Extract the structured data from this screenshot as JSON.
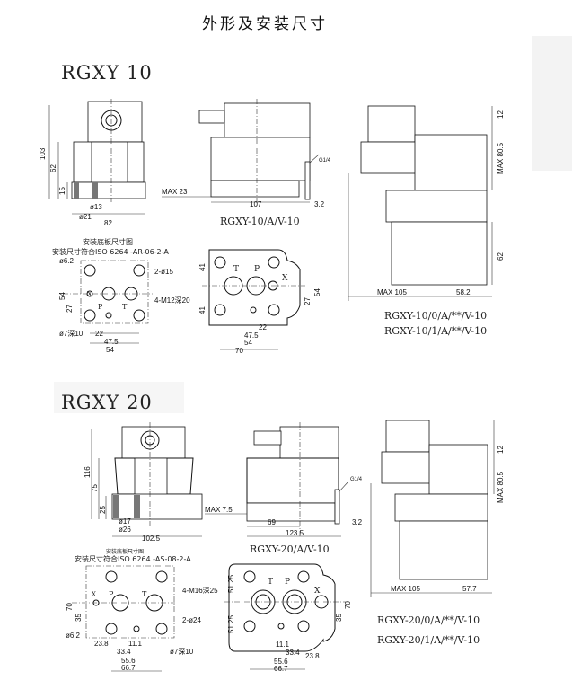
{
  "title": "外形及安装尺寸",
  "rgxy10": {
    "heading": "RGXY 10",
    "front": {
      "d103": "103",
      "d62": "62",
      "d15": "15",
      "d13": "ø13",
      "d21": "ø21",
      "d82": "82"
    },
    "side": {
      "max23": "MAX 23",
      "d107": "107",
      "d32": "3.2",
      "g14": "G1/4",
      "caption": "RGXY-10/A/V-10"
    },
    "right": {
      "d12": "12",
      "max805": "MAX 80.5",
      "d62": "62",
      "max105": "MAX 105",
      "d582": "58.2",
      "caption1": "RGXY-10/0/A/**/V-10",
      "caption2": "RGXY-10/1/A/**/V-10"
    },
    "subplate": {
      "title": "安装底板尺寸图",
      "std": "安装尺寸符合ISO 6264 -AR-06-2-A",
      "d62": "ø6.2",
      "d15": "2-ø15",
      "d54v": "54",
      "d27": "27",
      "m12": "4-M12深20",
      "d7": "ø7深10",
      "d22": "22",
      "d475": "47.5",
      "d54": "54",
      "x": "X",
      "p": "P",
      "t": "T"
    },
    "face": {
      "d41a": "41",
      "d41b": "41",
      "d27": "27",
      "d54v": "54",
      "d22": "22",
      "d475": "47.5",
      "d54": "54",
      "d70": "70",
      "t": "T",
      "p": "P",
      "x": "X"
    }
  },
  "rgxy20": {
    "heading": "RGXY 20",
    "front": {
      "d116": "116",
      "d75": "75",
      "d25": "25",
      "d17": "ø17",
      "d26": "ø26",
      "d1025": "102.5"
    },
    "side": {
      "max75": "MAX 7.5",
      "d69": "69",
      "d1235": "123.5",
      "d32": "3.2",
      "g14": "G1/4",
      "caption": "RGXY-20/A/V-10"
    },
    "right": {
      "d12": "12",
      "max805": "MAX 80.5",
      "max105": "MAX 105",
      "d577": "57.7",
      "caption1": "RGXY-20/0/A/**/V-10",
      "caption2": "RGXY-20/1/A/**/V-10"
    },
    "subplate": {
      "title": "安装底板尺寸图",
      "std": "安装尺寸符合ISO 6264 -AS-08-2-A",
      "d70": "70",
      "d35": "35",
      "m16": "4-M16深25",
      "d24": "2-ø24",
      "d62": "ø6.2",
      "d7": "ø7深10",
      "d238": "23.8",
      "d111": "11.1",
      "d334": "33.4",
      "d556": "55.6",
      "d667": "66.7",
      "x": "X",
      "p": "P",
      "t": "T"
    },
    "face": {
      "d5125a": "51.25",
      "d5125b": "51.25",
      "d70": "70",
      "d35": "35",
      "d111": "11.1",
      "d334": "33.4",
      "d238": "23.8",
      "d556": "55.6",
      "d667": "66.7",
      "t": "T",
      "p": "P",
      "x": "X"
    }
  }
}
